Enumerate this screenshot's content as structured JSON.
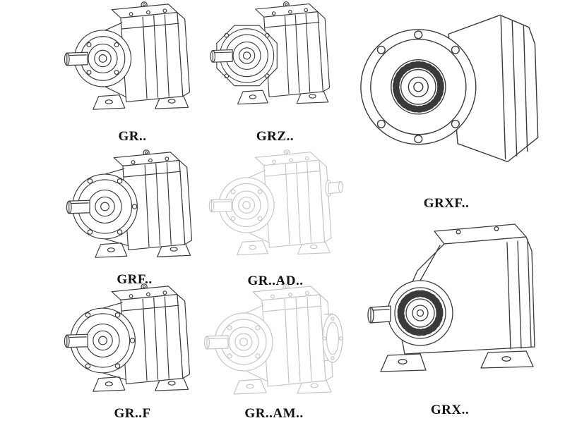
{
  "page": {
    "background": "#ffffff"
  },
  "colors": {
    "line": "#3a3a3a",
    "faded_line": "#c6c6c6",
    "label": "#111111"
  },
  "products": [
    {
      "id": "gr",
      "label": "GR..",
      "style": "solid"
    },
    {
      "id": "grz",
      "label": "GRZ..",
      "style": "solid"
    },
    {
      "id": "grxf",
      "label": "GRXF..",
      "style": "solid"
    },
    {
      "id": "grf",
      "label": "GRF..",
      "style": "solid"
    },
    {
      "id": "grad",
      "label": "GR..AD..",
      "style": "faded"
    },
    {
      "id": "grff",
      "label": "GR..F",
      "style": "solid"
    },
    {
      "id": "gram",
      "label": "GR..AM..",
      "style": "faded"
    },
    {
      "id": "grx",
      "label": "GRX..",
      "style": "solid"
    }
  ]
}
